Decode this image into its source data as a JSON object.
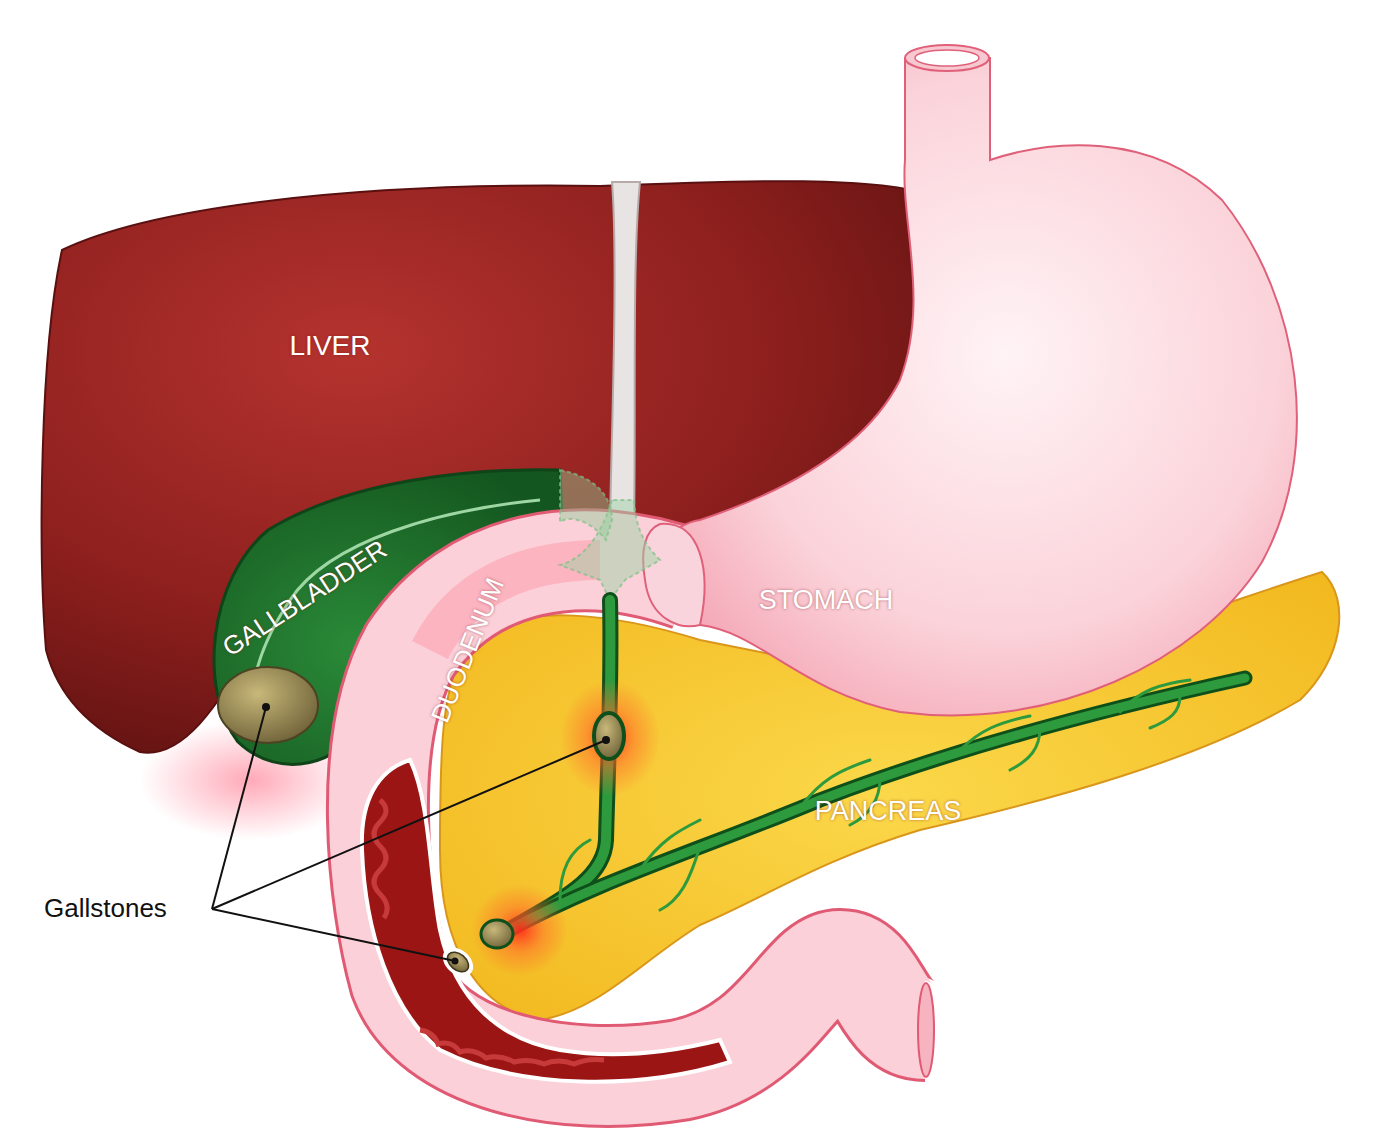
{
  "diagram": {
    "labels": [
      "LIVER",
      "GALLBLADDER",
      "DUODENUM",
      "STOMACH",
      "PANCREAS",
      "Gallstones"
    ]
  }
}
